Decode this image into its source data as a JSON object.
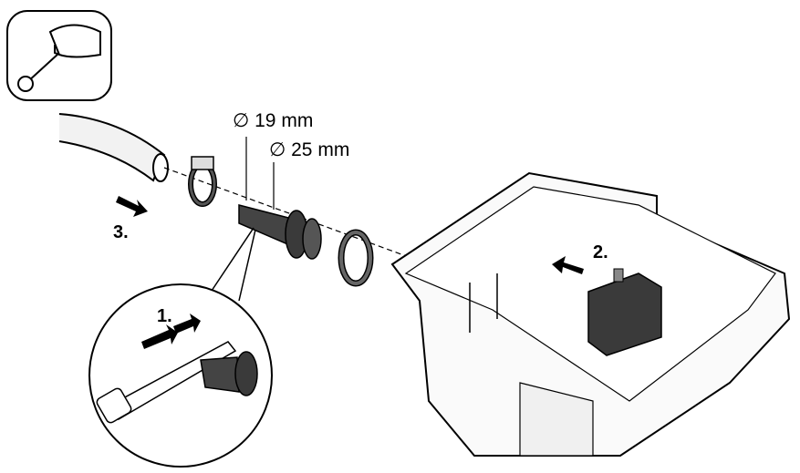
{
  "labels": {
    "diameter_small": "∅ 19 mm",
    "diameter_large": "∅ 25 mm"
  },
  "steps": [
    "1.",
    "2.",
    "3."
  ],
  "icons": {
    "tool": "wrench-hand-icon"
  },
  "colors": {
    "line": "#000000",
    "part_dark": "#3a3a3a",
    "part_light": "#e6e6e6"
  }
}
